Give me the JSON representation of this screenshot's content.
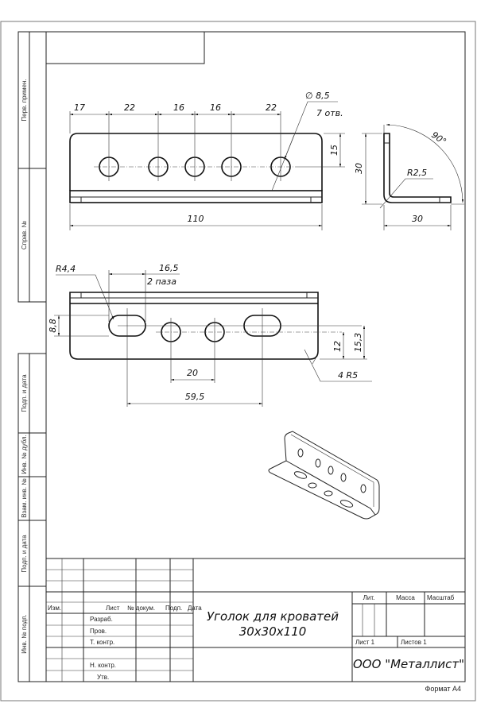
{
  "side_strip": [
    "Перв. примен.",
    "Справ. №",
    "Подп. и дата",
    "Инв. № дубл.",
    "Взам. инв. №",
    "Подп. и дата",
    "Инв. № подп."
  ],
  "front_view": {
    "spacing_dims": [
      "17",
      "22",
      "16",
      "16",
      "22"
    ],
    "hole_diameter": "∅ 8,5",
    "hole_count": "7 отв.",
    "height_dim": "15",
    "length_dim": "110"
  },
  "side_view": {
    "height_dim": "30",
    "width_dim": "30",
    "bend_radius": "R2,5",
    "angle": "90°"
  },
  "bottom_view": {
    "slot_radius": "R4,4",
    "slot_length": "16,5",
    "slot_count": "2 паза",
    "slot_width": "8,8",
    "hole_pitch": "20",
    "slot_pitch": "59,5",
    "hole_offset": "12",
    "slot_offset": "15,3",
    "corner_radius": "4 R5"
  },
  "title_block": {
    "headers": {
      "izm": "Изм.",
      "list": "Лист",
      "doc": "№ докум.",
      "sign": "Подп.",
      "date": "Дата"
    },
    "roles": [
      "Разраб.",
      "Пров.",
      "Т. контр.",
      "Н. контр.",
      "Утв."
    ],
    "title_line1": "Уголок для кроватей",
    "title_line2": "30x30x110",
    "lit": "Лит.",
    "mass": "Масса",
    "scale": "Масштаб",
    "sheet": "Лист 1",
    "sheets": "Листов 1",
    "company": "ООО \"Металлист\"",
    "format": "Формат А4"
  }
}
